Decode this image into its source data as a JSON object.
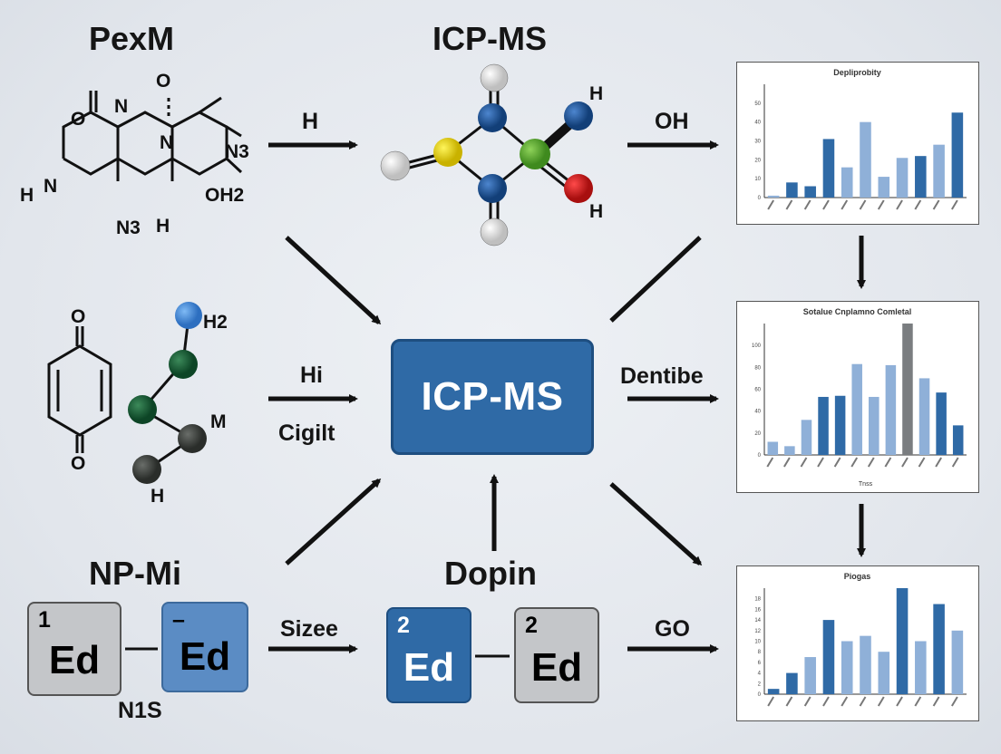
{
  "titles": {
    "pexm": "PexM",
    "icpms_top": "ICP-MS",
    "npmi": "NP-Mi",
    "dopin": "Dopin"
  },
  "hub": {
    "label": "ICP-MS"
  },
  "arrow_labels": {
    "h": "H",
    "oh": "OH",
    "hi": "Hi",
    "cigilt": "Cigilt",
    "dentibe": "Dentibe",
    "sizee": "Sizee",
    "go": "GO"
  },
  "molecule1": {
    "atoms": [
      "O",
      "N",
      "O",
      "N",
      "N3",
      "H",
      "N",
      "OH2",
      "N3",
      "H"
    ]
  },
  "molecule2": {
    "atoms": [
      "H",
      "H"
    ]
  },
  "molecule3": {
    "atoms": [
      "O",
      "O"
    ]
  },
  "molecule4": {
    "atoms": [
      "H2",
      "M",
      "H"
    ]
  },
  "elements": [
    {
      "number": "1",
      "symbol": "Ed"
    },
    {
      "number": "–",
      "symbol": "Ed"
    },
    {
      "number": "2",
      "symbol": "Ed"
    },
    {
      "number": "2",
      "symbol": "Ed"
    }
  ],
  "element_caption": "N1S",
  "colors": {
    "hub": "#2f6aa6",
    "dark_bar": "#2f6aa6",
    "light_bar": "#8fb0d8",
    "element_gray": "#c4c6c9",
    "element_blue": "#5b8cc4"
  },
  "chart_data": [
    {
      "type": "bar",
      "title": "Depliprobity",
      "ylim": [
        0,
        60
      ],
      "yticks": [
        "0",
        "10",
        "20",
        "30",
        "40",
        "50"
      ],
      "values": [
        1,
        8,
        6,
        31,
        16,
        40,
        11,
        21,
        22,
        28,
        45
      ],
      "shades": [
        "light",
        "dark",
        "dark",
        "dark",
        "light",
        "light",
        "light",
        "light",
        "dark",
        "light",
        "dark"
      ]
    },
    {
      "type": "bar",
      "title": "Sotalue Cnplamno Comletal",
      "xlabel": "Tnss",
      "ylim": [
        0,
        120
      ],
      "yticks": [
        "0",
        "20",
        "40",
        "60",
        "80",
        "100"
      ],
      "values": [
        12,
        8,
        32,
        53,
        54,
        83,
        53,
        82,
        120,
        70,
        57,
        27
      ],
      "shades": [
        "light",
        "light",
        "light",
        "dark",
        "dark",
        "light",
        "light",
        "light",
        "gray",
        "light",
        "dark",
        "dark"
      ]
    },
    {
      "type": "bar",
      "title": "Piogas",
      "ylim": [
        0,
        20
      ],
      "yticks": [
        "0",
        "2",
        "4",
        "6",
        "8",
        "10",
        "12",
        "14",
        "16",
        "18"
      ],
      "values": [
        1,
        4,
        7,
        14,
        10,
        11,
        8,
        20,
        10,
        17,
        12
      ],
      "shades": [
        "dark",
        "dark",
        "light",
        "dark",
        "light",
        "light",
        "light",
        "dark",
        "light",
        "dark",
        "light"
      ]
    }
  ]
}
